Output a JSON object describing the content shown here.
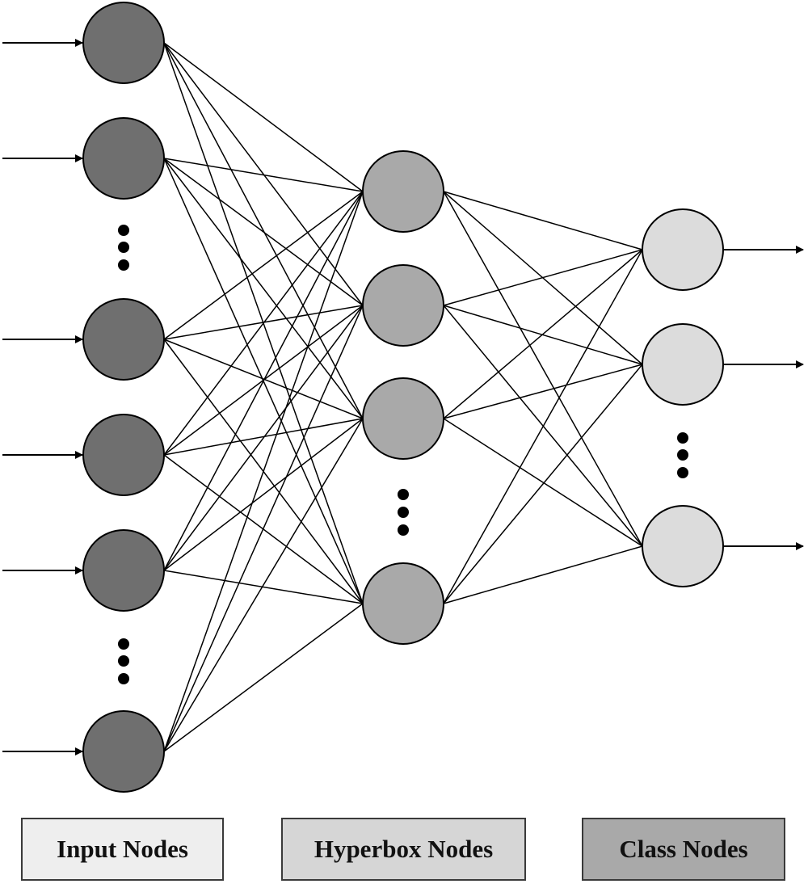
{
  "diagram": {
    "layers": [
      {
        "name": "input",
        "label": "Input Nodes",
        "node_color": "#6f6f6f",
        "legend_color": "#eeeeee",
        "nodes_shown": 6,
        "has_input_arrows": true
      },
      {
        "name": "hyperbox",
        "label": "Hyperbox Nodes",
        "node_color": "#a9a9a9",
        "legend_color": "#d6d6d6",
        "nodes_shown": 4
      },
      {
        "name": "class",
        "label": "Class Nodes",
        "node_color": "#dcdcdc",
        "legend_color": "#a9a9a9",
        "nodes_shown": 3,
        "has_output_arrows": true
      }
    ],
    "connectivity": "fully-connected between adjacent layers",
    "ellipsis_marker": "vertical dots"
  }
}
